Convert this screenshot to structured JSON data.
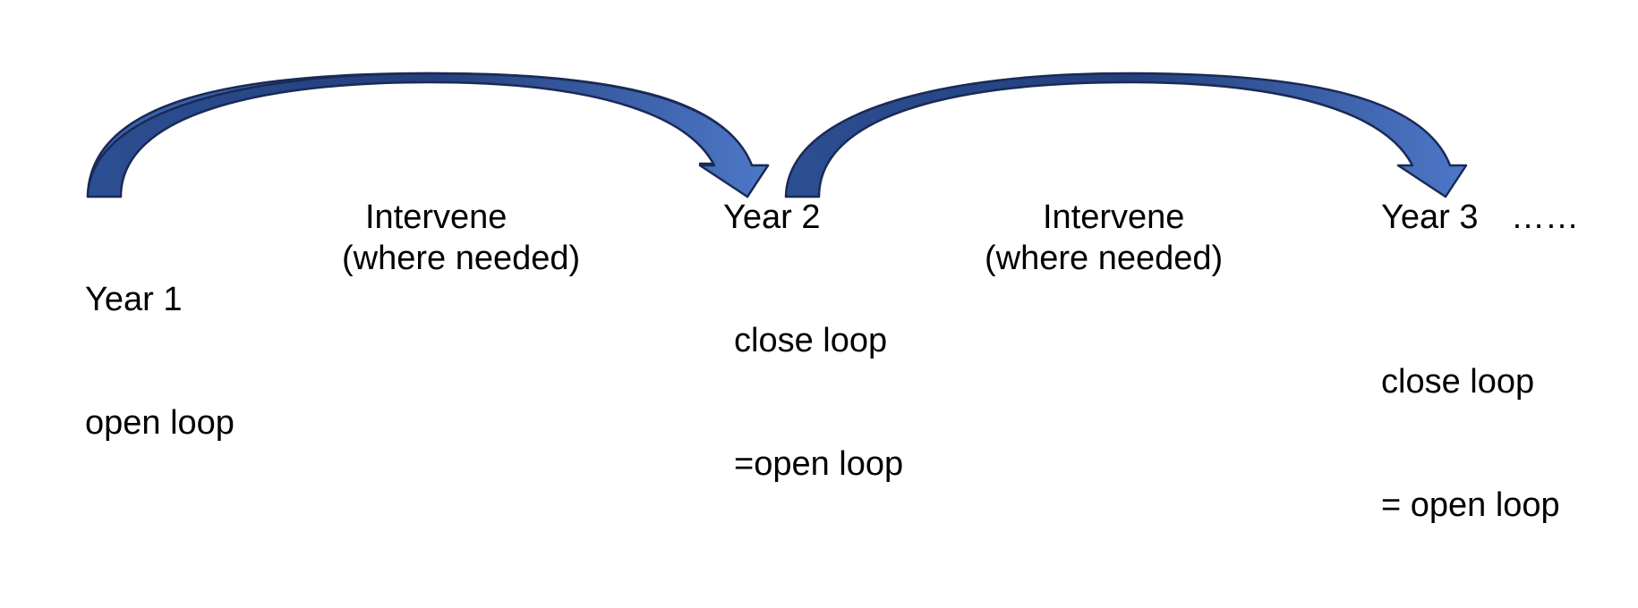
{
  "diagram": {
    "stages": [
      {
        "year": "Year 1",
        "lines": [
          "open loop"
        ]
      },
      {
        "year": "Year 2",
        "lines": [
          "close loop",
          "=open loop"
        ]
      },
      {
        "year": "Year 3",
        "continuation": "……",
        "lines": [
          "close loop",
          "= open loop"
        ]
      }
    ],
    "interventions": [
      {
        "title": "Intervene",
        "detail": "(where needed)"
      },
      {
        "title": "Intervene",
        "detail": "(where needed)"
      }
    ],
    "colors": {
      "arrow_light": "#4a74c4",
      "arrow_dark": "#22407a",
      "arrow_outline": "#1a2a55",
      "text": "#000000"
    }
  }
}
